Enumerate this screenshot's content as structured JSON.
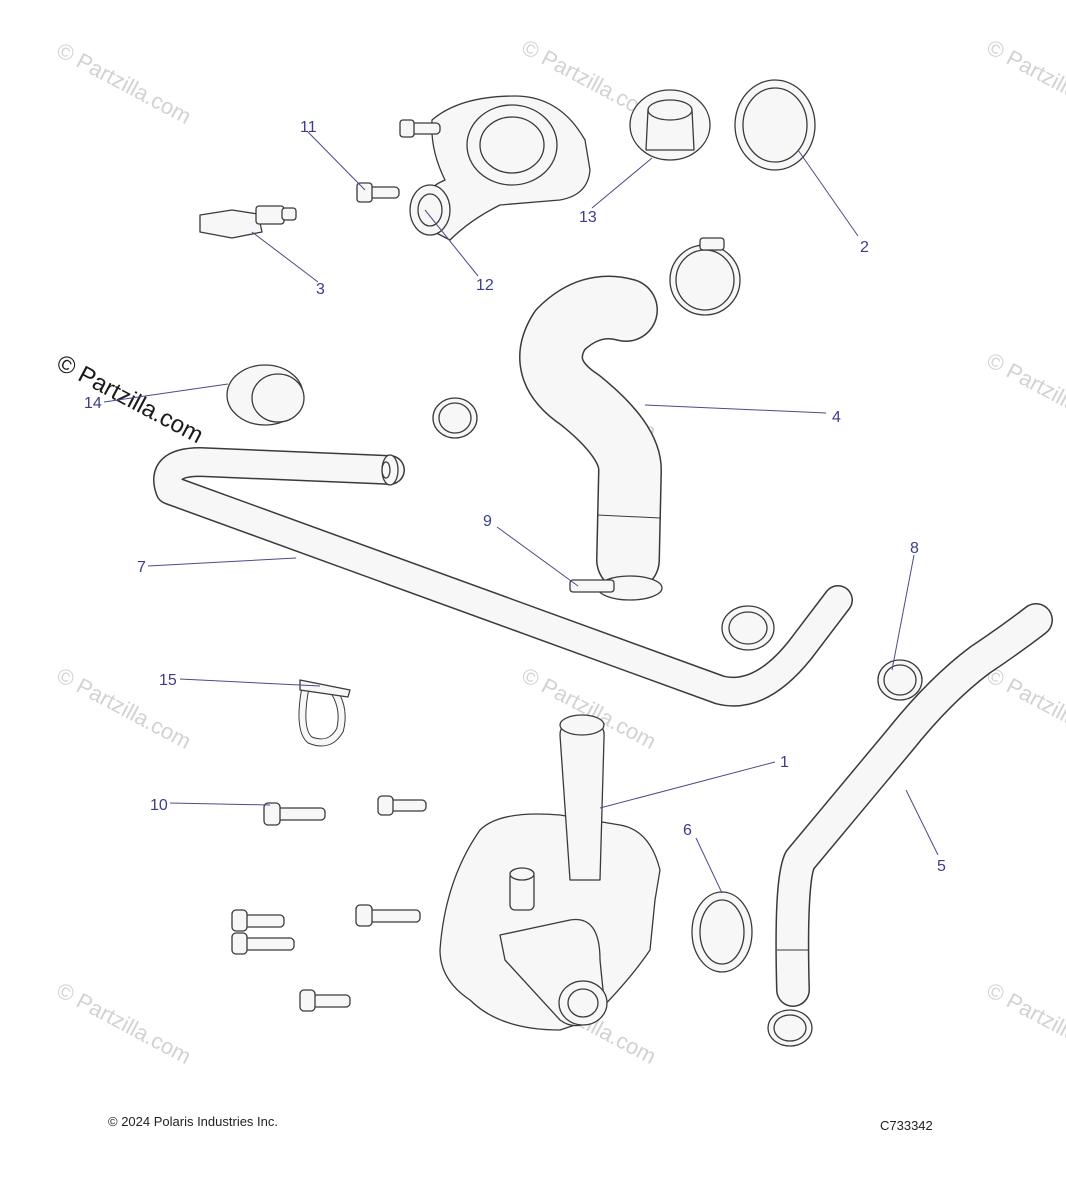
{
  "watermark": {
    "text": "© Partzilla.com"
  },
  "callouts": [
    "1",
    "2",
    "3",
    "4",
    "5",
    "6",
    "7",
    "8",
    "9",
    "10",
    "11",
    "12",
    "13",
    "14",
    "15"
  ],
  "footer": {
    "copyright": "© 2024 Polaris Industries Inc.",
    "code": "C733342"
  }
}
